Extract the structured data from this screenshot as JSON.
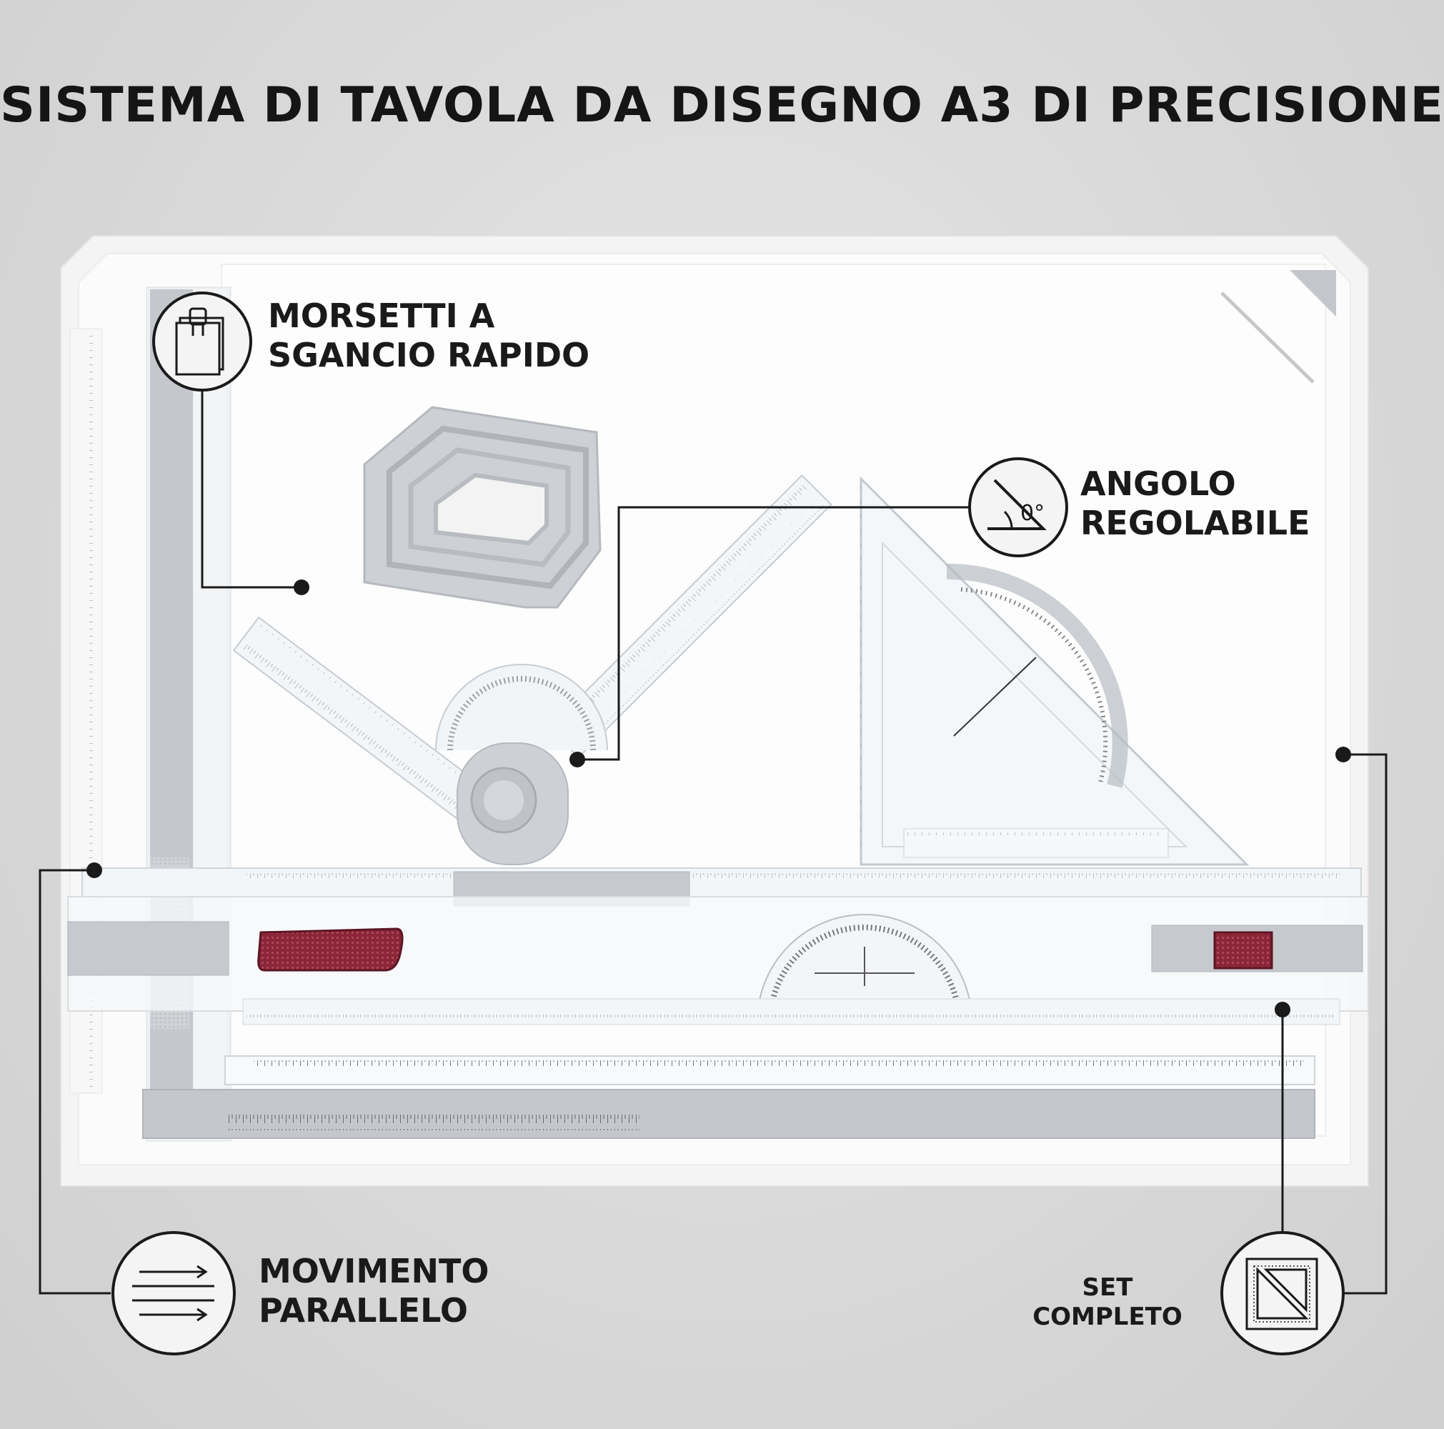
{
  "title": "SISTEMA DI TAVOLA DA DISEGNO A3 DI PRECISIONE",
  "callouts": {
    "clamps": {
      "line1": "MORSETTI A",
      "line2": "SGANCIO RAPIDO",
      "icon": "clipboard-clip-icon"
    },
    "angle": {
      "line1": "ANGOLO",
      "line2": "REGOLABILE",
      "icon": "angle-icon"
    },
    "parallel": {
      "line1": "MOVIMENTO",
      "line2": "PARALLELO",
      "icon": "parallel-arrows-icon"
    },
    "set": {
      "line1": "SET",
      "line2": "COMPLETO",
      "icon": "set-square-icon"
    }
  },
  "colors": {
    "board": "#fafafa",
    "frame": "#f2f2f2",
    "gray_part": "#c4c7cc",
    "maroon_button": "#7a2335",
    "line": "#1a1a1a"
  }
}
